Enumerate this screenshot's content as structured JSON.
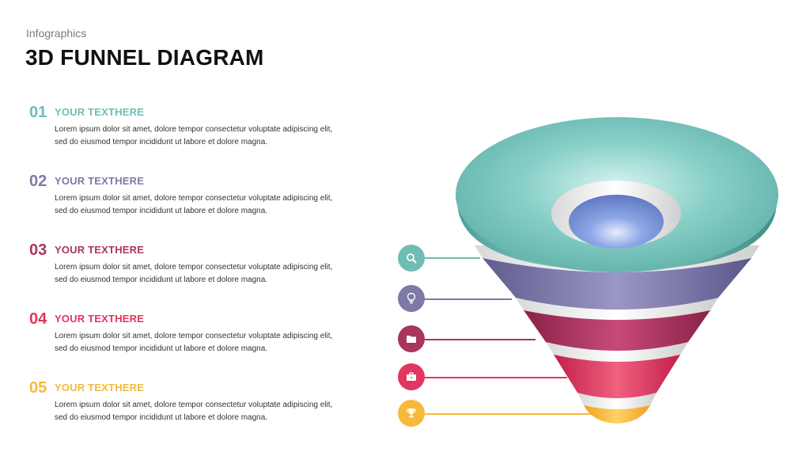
{
  "header": {
    "subtitle": "Infographics",
    "title": "3D FUNNEL DIAGRAM"
  },
  "items": [
    {
      "number": "01",
      "heading": "YOUR TEXTHERE",
      "body": "Lorem ipsum dolor sit amet, dolore tempor consectetur voluptate adipiscing elit, sed do eiusmod tempor incididunt ut labore et dolore magna.",
      "color": "#6fbdb5",
      "icon": "search-icon"
    },
    {
      "number": "02",
      "heading": "YOUR TEXTHERE",
      "body": "Lorem ipsum dolor sit amet, dolore tempor consectetur voluptate adipiscing elit, sed do eiusmod tempor incididunt ut labore et dolore magna.",
      "color": "#7d7aa5",
      "icon": "lightbulb-icon"
    },
    {
      "number": "03",
      "heading": "YOUR TEXTHERE",
      "body": "Lorem ipsum dolor sit amet, dolore tempor consectetur voluptate adipiscing elit, sed do eiusmod tempor incididunt ut labore et dolore magna.",
      "color": "#a8365f",
      "icon": "folder-icon"
    },
    {
      "number": "04",
      "heading": "YOUR TEXTHERE",
      "body": "Lorem ipsum dolor sit amet, dolore tempor consectetur voluptate adipiscing elit, sed do eiusmod tempor incididunt ut labore et dolore magna.",
      "color": "#e0365f",
      "icon": "briefcase-icon"
    },
    {
      "number": "05",
      "heading": "YOUR TEXTHERE",
      "body": "Lorem ipsum dolor sit amet, dolore tempor consectetur voluptate adipiscing elit, sed do eiusmod tempor incididunt ut labore et dolore magna.",
      "color": "#f6b93b",
      "icon": "trophy-icon"
    }
  ]
}
